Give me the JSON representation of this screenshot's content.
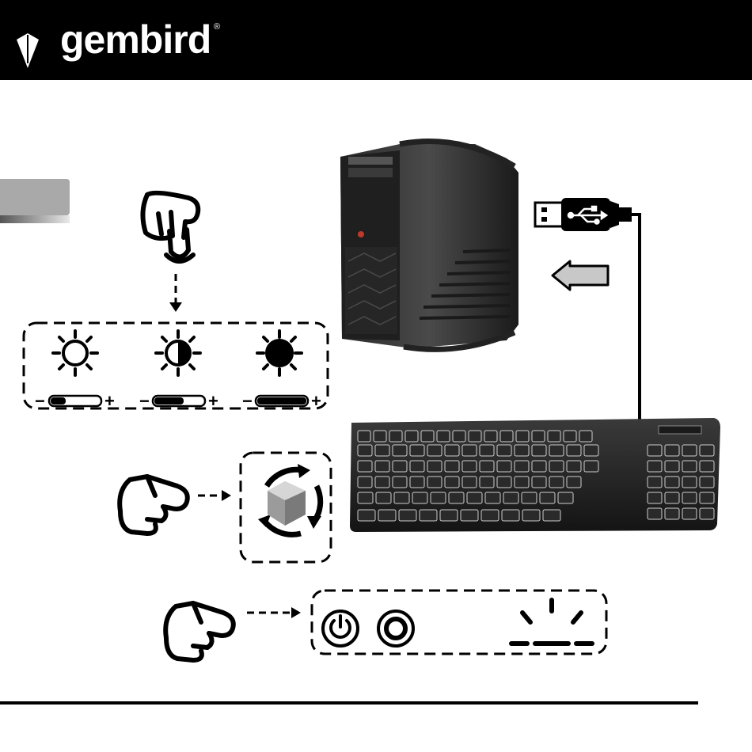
{
  "header": {
    "brand": "gembird",
    "registered_mark": "®"
  },
  "colors": {
    "header_bg": "#000000",
    "tab": "#a9a9a9",
    "ink": "#000000",
    "usb_arrow_fill": "#c8c8c8"
  },
  "icons": [
    "logo-arrow-icon",
    "finger-press-icon",
    "sun-outline-icon",
    "sun-half-icon",
    "sun-filled-icon",
    "pointing-hand-icon",
    "color-cycle-icon",
    "power-icon",
    "ring-icon",
    "light-burst-icon",
    "usb-plug-icon",
    "usb-symbol-icon"
  ],
  "brightness_levels": [
    {
      "icon": "sun-outline-icon",
      "level": 0.3
    },
    {
      "icon": "sun-half-icon",
      "level": 0.6
    },
    {
      "icon": "sun-filled-icon",
      "level": 1.0
    }
  ],
  "level_symbols": {
    "minus": "−",
    "plus": "+"
  }
}
